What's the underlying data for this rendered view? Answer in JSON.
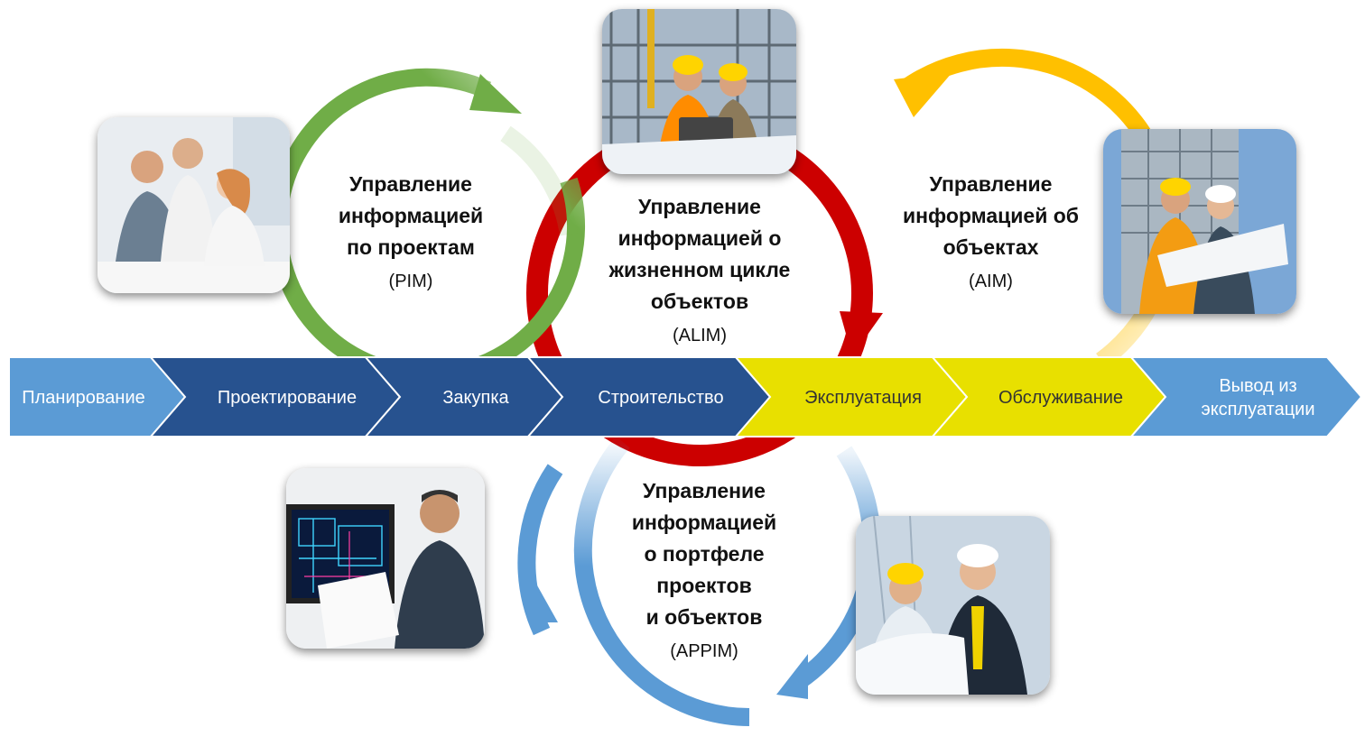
{
  "phases": [
    {
      "label": "Планирование",
      "color": "#5b9bd5"
    },
    {
      "label": "Проектирование",
      "color": "#27528f"
    },
    {
      "label": "Закупка",
      "color": "#27528f"
    },
    {
      "label": "Строительство",
      "color": "#27528f"
    },
    {
      "label": "Эксплуатация",
      "color": "#e8e000"
    },
    {
      "label": "Обслуживание",
      "color": "#e8e000"
    },
    {
      "label": "Вывод из эксплуатации",
      "label_lines": [
        "Вывод из",
        "эксплуатации"
      ],
      "color": "#5b9bd5"
    }
  ],
  "cycles": {
    "pim": {
      "title_lines": [
        "Управление",
        "информацией",
        "по проектам"
      ],
      "abbr": "(PIM)",
      "color": "#70ad47"
    },
    "alim": {
      "title_lines": [
        "Управление",
        "информацией о",
        "жизненном цикле",
        "объектов"
      ],
      "abbr": "(ALIM)",
      "color": "#cc0000"
    },
    "aim": {
      "title_lines": [
        "Управление",
        "информацией об",
        "объектах"
      ],
      "abbr": "(AIM)",
      "color": "#ffc000"
    },
    "appim": {
      "title_lines": [
        "Управление",
        "информацией",
        "о портфеле",
        "проектов",
        "и объектов"
      ],
      "abbr": "(APPIM)",
      "color": "#5b9bd5"
    }
  },
  "photos": {
    "team": {
      "depicts": "team of office workers"
    },
    "site_engineers": {
      "depicts": "engineers in hard hats at construction site"
    },
    "building_inspection": {
      "depicts": "workers reviewing plans near building"
    },
    "cad_operator": {
      "depicts": "engineer at CAD workstation"
    },
    "plans_review": {
      "depicts": "engineers with blueprints"
    }
  }
}
